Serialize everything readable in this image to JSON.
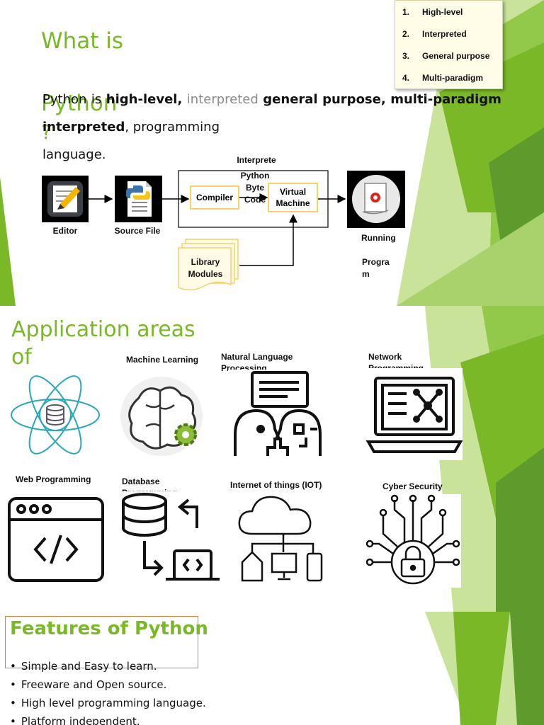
{
  "slide1": {
    "title_line1": "What is",
    "title_line2": "Python",
    "title_line3": "?",
    "definition": {
      "python": "Python",
      "is": "is",
      "high_level": "high-level,",
      "interpreted_grey": "interpreted",
      "general": "general",
      "purpose": "purpose,",
      "multi_paradigm": "multi-paradigm",
      "interpreted_bold": "interpreted",
      "programming": ",  programming",
      "language": "language."
    },
    "numbered_list": [
      {
        "num": "1.",
        "text": "High-level"
      },
      {
        "num": "2.",
        "text": "Interpreted"
      },
      {
        "num": "3.",
        "text": "General purpose"
      },
      {
        "num": "4.",
        "text": "Multi-paradigm"
      }
    ],
    "diagram": {
      "editor": "Editor",
      "source_file": "Source File",
      "interpreter": "Interprete",
      "compiler": "Compiler",
      "python_byte_code": "Python Byte Code",
      "virtual_machine": "Virtual Machine",
      "library_modules": "Library Modules",
      "running": "Running",
      "program": "Progra m"
    }
  },
  "slide2": {
    "title_line1": "Application areas",
    "title_line2": "of",
    "areas": [
      {
        "label": "Machine Learning",
        "icon": "brain-gear-icon"
      },
      {
        "label": "Natural Language Processing",
        "icon": "human-robot-speech-icon"
      },
      {
        "label": "Network Programming",
        "icon": "laptop-network-icon"
      },
      {
        "label": "Web  Programming",
        "icon": "browser-code-icon"
      },
      {
        "label": "Database Programming",
        "icon": "database-laptop-icon"
      },
      {
        "label": "Internet of things (IOT)",
        "icon": "cloud-devices-icon"
      },
      {
        "label": "Cyber Security",
        "icon": "circuit-lock-icon"
      },
      {
        "label": "",
        "icon": "atom-database-icon"
      }
    ]
  },
  "slide3": {
    "title": "Features of Python",
    "features": [
      "Simple and Easy to learn.",
      "Freeware and Open source.",
      "High level programming language.",
      "Platform independent."
    ]
  },
  "colors": {
    "accent_green": "#7ab828",
    "light_green": "#c9e39b",
    "dark_green": "#5f9a2c",
    "box_border": "#f5d06f",
    "title_box_border": "#e07b39"
  }
}
